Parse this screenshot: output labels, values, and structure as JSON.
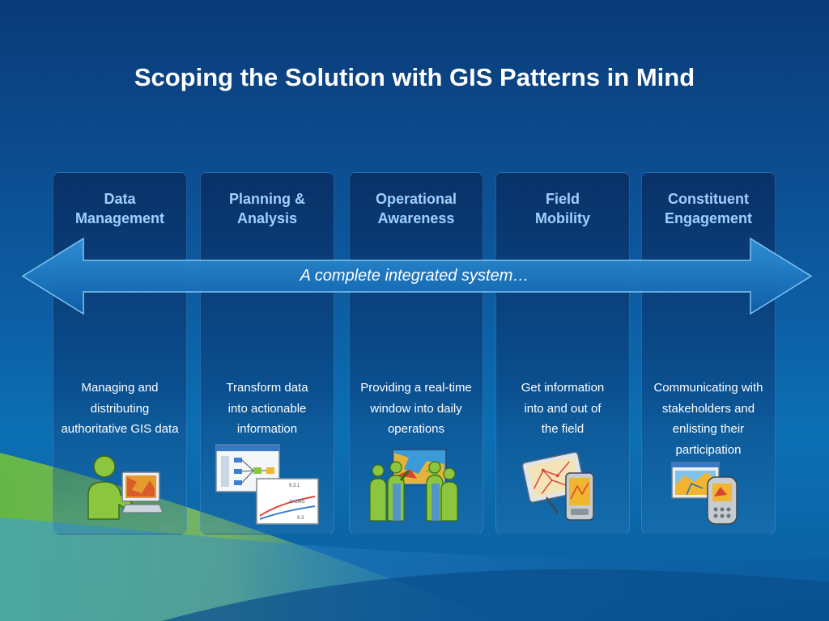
{
  "slide": {
    "title": "Scoping the Solution with GIS Patterns in Mind",
    "arrow_label": "A complete integrated system…"
  },
  "columns": [
    {
      "title_lines": [
        "Data",
        "Management"
      ],
      "desc_lines": [
        "Managing and",
        "distributing",
        "authoritative GIS data"
      ],
      "icon": "person-at-computer-icon"
    },
    {
      "title_lines": [
        "Planning &",
        "Analysis"
      ],
      "desc_lines": [
        "Transform data",
        "into actionable",
        "information"
      ],
      "icon": "workflow-and-chart-icon",
      "icon_labels": [
        "9.3.1",
        "ArcIMS",
        "9.3"
      ]
    },
    {
      "title_lines": [
        "Operational",
        "Awareness"
      ],
      "desc_lines": [
        "Providing a real-time",
        "window into daily",
        "operations"
      ],
      "icon": "team-at-map-board-icon"
    },
    {
      "title_lines": [
        "Field",
        "Mobility"
      ],
      "desc_lines": [
        "Get information",
        "into and out of",
        "the field"
      ],
      "icon": "tablet-and-phone-icon"
    },
    {
      "title_lines": [
        "Constituent",
        "Engagement"
      ],
      "desc_lines": [
        "Communicating with",
        "stakeholders and",
        "enlisting their",
        "participation"
      ],
      "icon": "map-window-and-phone-icon"
    }
  ],
  "colors": {
    "title_text": "#ffffff",
    "column_heading": "#9fd0ff",
    "arrow_fill": "#1f7cc4",
    "accent_green": "#8cc63f"
  }
}
